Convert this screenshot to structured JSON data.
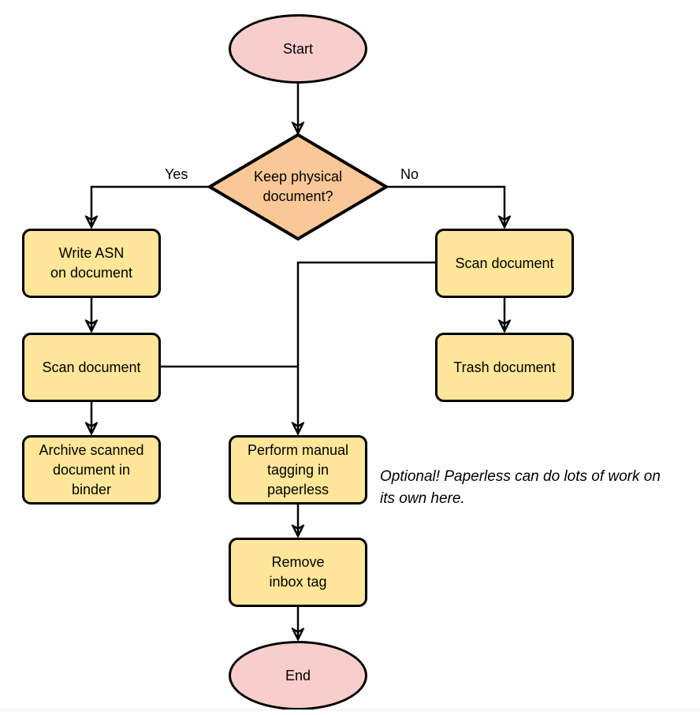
{
  "colors": {
    "terminal_fill": "#f8cecc",
    "decision_fill": "#fac896",
    "process_fill": "#ffe699",
    "stroke": "#000000",
    "canvas_bg": "#ffffff"
  },
  "diagram": {
    "type": "flowchart",
    "nodes": {
      "start": {
        "shape": "terminal",
        "lines": [
          "Start"
        ]
      },
      "decision": {
        "shape": "decision",
        "lines": [
          "Keep physical",
          "document?"
        ]
      },
      "write_asn": {
        "shape": "process",
        "lines": [
          "Write ASN",
          "on document"
        ]
      },
      "scan_left": {
        "shape": "process",
        "lines": [
          "Scan document"
        ]
      },
      "archive": {
        "shape": "process",
        "lines": [
          "Archive scanned",
          "document in",
          "binder"
        ]
      },
      "scan_right": {
        "shape": "process",
        "lines": [
          "Scan document"
        ]
      },
      "trash": {
        "shape": "process",
        "lines": [
          "Trash document"
        ]
      },
      "tagging": {
        "shape": "process",
        "lines": [
          "Perform manual",
          "tagging in",
          "paperless"
        ]
      },
      "remove_inbox": {
        "shape": "process",
        "lines": [
          "Remove",
          "inbox tag"
        ]
      },
      "end": {
        "shape": "terminal",
        "lines": [
          "End"
        ]
      }
    },
    "edge_labels": {
      "yes": "Yes",
      "no": "No"
    },
    "annotation": {
      "lines": [
        "Optional! Paperless can do lots of work on",
        "its own here."
      ]
    }
  }
}
